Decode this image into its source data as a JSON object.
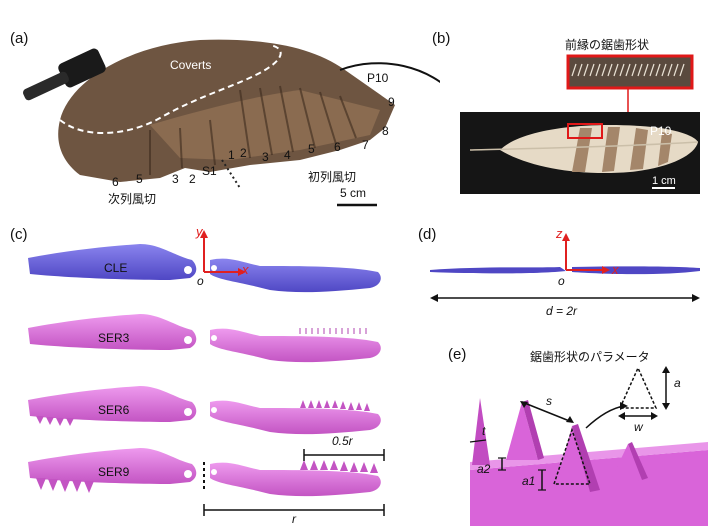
{
  "panels": {
    "a": {
      "label": "(a)",
      "coverts": "Coverts",
      "primaries_numbers": [
        "1",
        "2",
        "3",
        "4",
        "5",
        "6",
        "7",
        "8",
        "9",
        "P10"
      ],
      "secondaries_numbers": [
        "6",
        "5",
        "3",
        "2",
        "S1"
      ],
      "secondaries_label": "次列風切",
      "primaries_label": "初列風切",
      "scale": "5 cm"
    },
    "b": {
      "label": "(b)",
      "title": "前縁の鋸歯形状",
      "feather_id": "P10",
      "scale": "1 cm"
    },
    "c": {
      "label": "(c)",
      "axis_y": "y",
      "axis_x": "x",
      "origin": "o",
      "models": [
        "CLE",
        "SER3",
        "SER6",
        "SER9"
      ],
      "half_span": "0.5r",
      "span": "r"
    },
    "d": {
      "label": "(d)",
      "axis_z": "z",
      "axis_x": "x",
      "origin": "o",
      "span_label": "d = 2r"
    },
    "e": {
      "label": "(e)",
      "title": "鋸歯形状のパラメータ",
      "params": {
        "s": "s",
        "t": "t",
        "a2": "a2",
        "a1": "a1",
        "a": "a",
        "w": "w"
      }
    }
  },
  "colors": {
    "cle": "#6b63dd",
    "ser": "#d86ad8",
    "axis": "#e02020",
    "red_box": "#e01818",
    "photo_bg": "#151515"
  }
}
